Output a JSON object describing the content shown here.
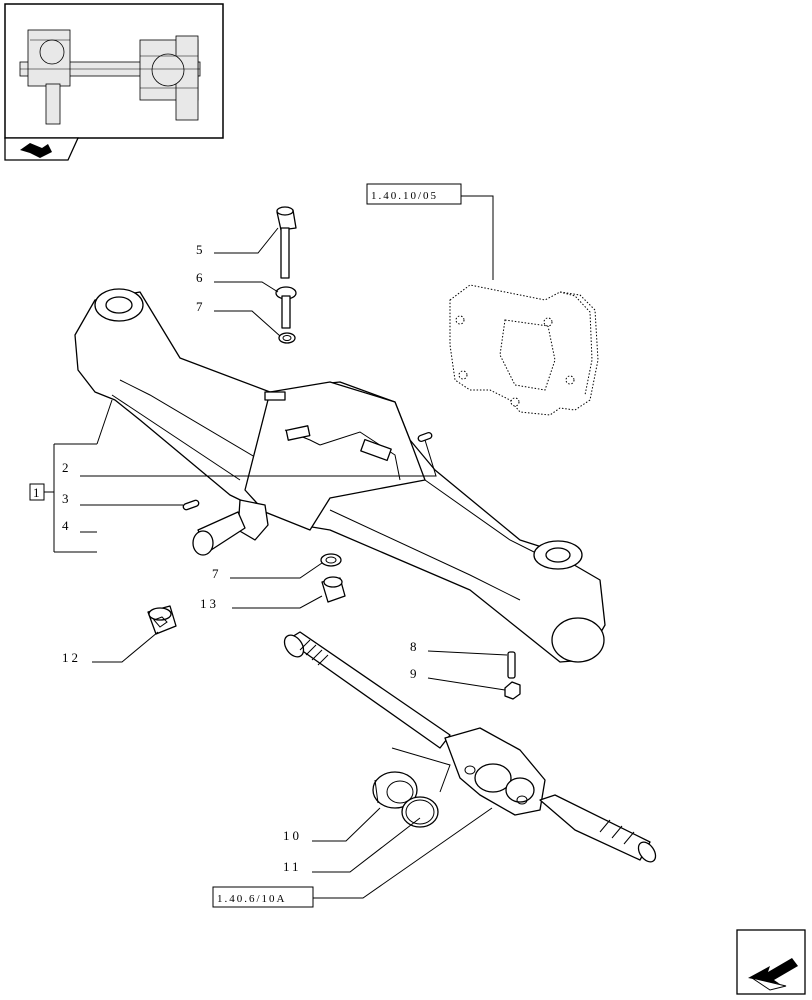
{
  "callouts": {
    "group": "1",
    "c2": "2",
    "c3": "3",
    "c4": "4",
    "c5": "5",
    "c6": "6",
    "c7a": "7",
    "c7b": "7",
    "c8": "8",
    "c9": "9",
    "c10": "10",
    "c11": "11",
    "c12": "12",
    "c13": "13"
  },
  "refs": {
    "housing_ref": "1.40.10/05",
    "shaft_ref": "1.40.6/10A"
  },
  "icons": {
    "thumbnail": "assembly-thumbnail-icon",
    "bookmark": "bookmark-arrow-icon",
    "next": "next-page-arrow-icon"
  }
}
